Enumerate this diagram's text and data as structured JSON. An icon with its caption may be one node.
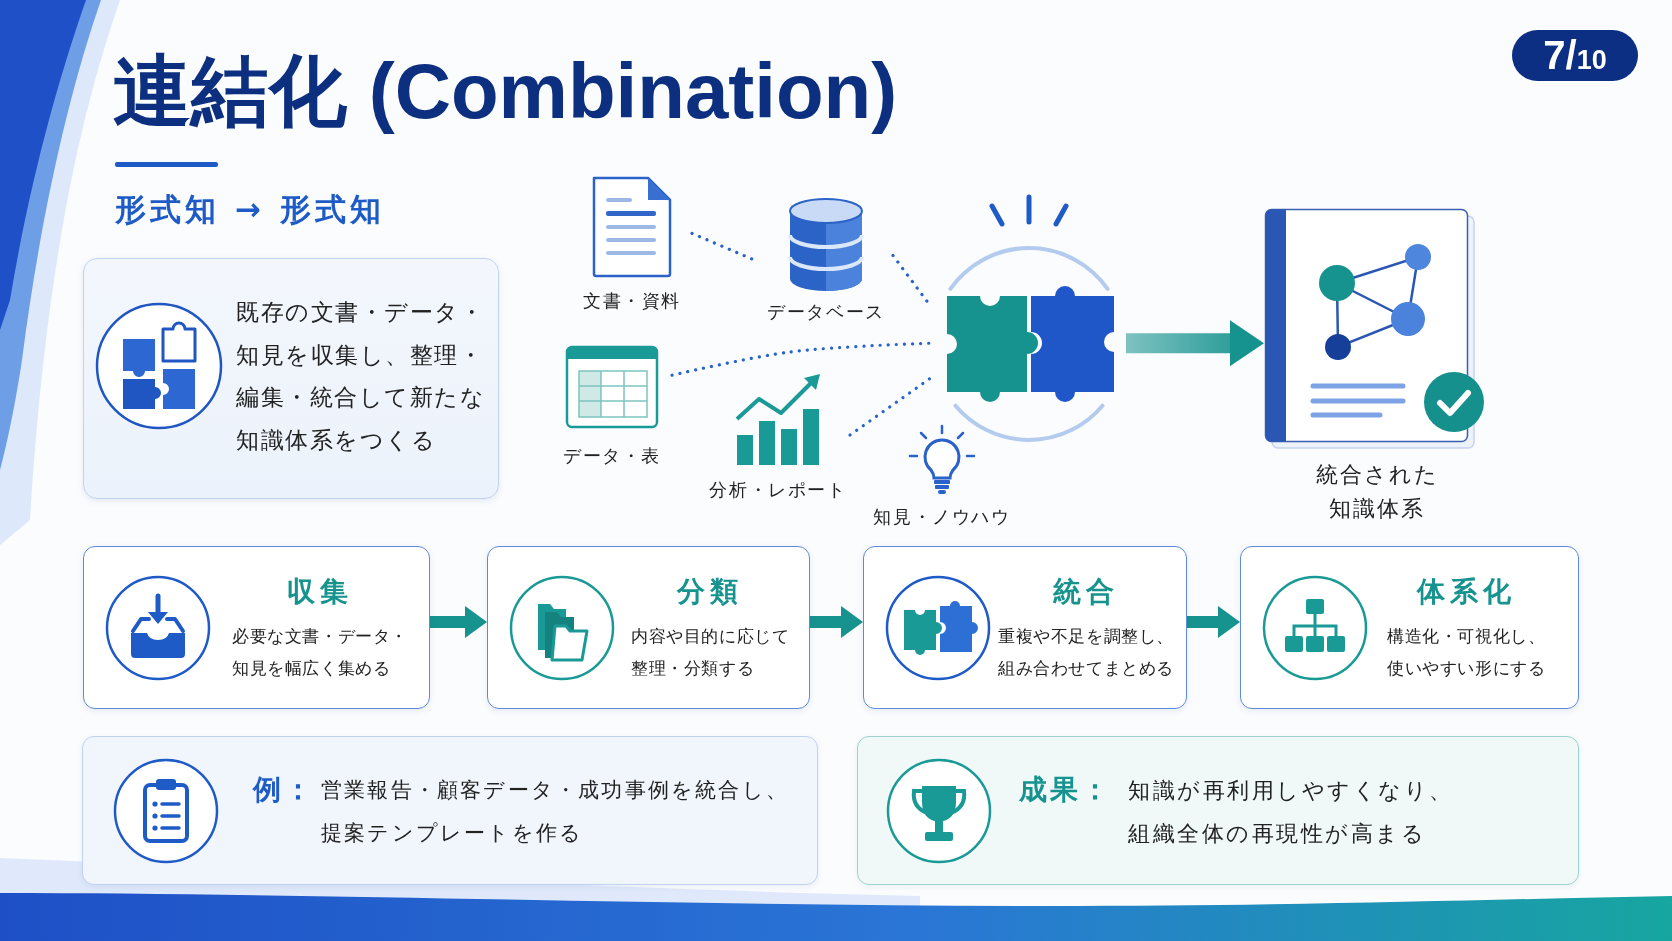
{
  "diagram": {
    "title": "連結化 (Combination)",
    "nodes": [
      {
        "text": [
          "既存の文書・データ・知見を収集し、整理・編集・統合して新たな知識体系をつくる"
        ]
      },
      {
        "text": [
          "文書・資料"
        ]
      },
      {
        "text": [
          "データベース"
        ]
      },
      {
        "text": [
          "データ・表"
        ]
      },
      {
        "text": [
          "分析・レポート"
        ]
      },
      {
        "text": [
          "知見・ノウハウ"
        ]
      },
      {
        "text": [],
        "shape": "picture"
      },
      {
        "text": [
          "統合された知識体系"
        ]
      },
      {
        "text": [
          "収集",
          "必要な文書・データ・知見を幅広く集める"
        ]
      },
      {
        "text": [
          "分類",
          "内容や目的に応じて整理・分類する"
        ]
      },
      {
        "text": [
          "統合",
          "重複や不足を調整し、組み合わせてまとめる"
        ]
      },
      {
        "text": [
          "体系化",
          "構造化・可視化し、使いやすい形にする"
        ]
      },
      {
        "text": [
          "例：",
          "営業報告・顧客データ・成功事例を統合し、提案テンプレートを作る"
        ]
      },
      {
        "text": [
          "成果：",
          "知識が再利用しやすくなり、組織全体の再現性が高まる"
        ]
      }
    ],
    "edges": [
      {
        "from": 1,
        "to": 2,
        "arrow": "none",
        "style": "dashed",
        "color": "#2a62c9"
      },
      {
        "from": 2,
        "to": 6,
        "arrow": "none",
        "style": "dashed",
        "color": "#2a62c9"
      },
      {
        "from": 3,
        "to": 6,
        "arrow": "none",
        "style": "dashed",
        "color": "#2a62c9"
      },
      {
        "from": 4,
        "to": 6,
        "arrow": "none",
        "style": "dashed",
        "color": "#2a62c9"
      },
      {
        "from": 6,
        "to": 7,
        "arrow": "to",
        "style": "thick"
      },
      {
        "from": 8,
        "to": 9,
        "arrow": "to"
      },
      {
        "from": 9,
        "to": 10,
        "arrow": "to"
      },
      {
        "from": 10,
        "to": 11,
        "arrow": "to"
      }
    ],
    "labels": [
      "7/10",
      "形式知 → 形式知"
    ]
  }
}
